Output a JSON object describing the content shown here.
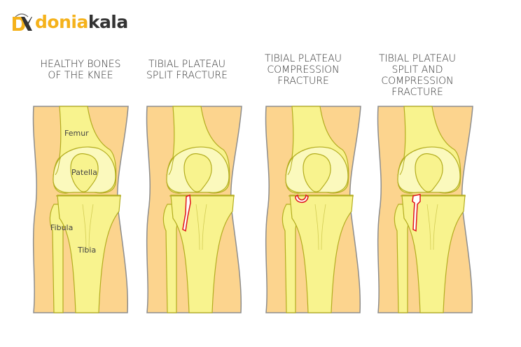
{
  "logo": {
    "part1": "donia",
    "part2": "kala",
    "mark": "DK"
  },
  "panels": [
    {
      "title": "HEALTHY BONES OF THE KNEE",
      "lines": [
        "HEALTHY BONES",
        "OF THE KNEE"
      ],
      "fracture": "none"
    },
    {
      "title": "TIBIAL PLATEAU SPLIT FRACTURE",
      "lines": [
        "TIBIAL PLATEAU",
        "SPLIT FRACTURE"
      ],
      "fracture": "split"
    },
    {
      "title": "TIBIAL PLATEAU COMPRESSION FRACTURE",
      "lines": [
        "TIBIAL PLATEAU",
        "COMPRESSION",
        "FRACTURE"
      ],
      "fracture": "compression"
    },
    {
      "title": "TIBIAL PLATEAU SPLIT AND COMPRESSION FRACTURE",
      "lines": [
        "TIBIAL PLATEAU",
        "SPLIT AND COMPRESSION",
        "FRACTURE"
      ],
      "fracture": "split-compression"
    }
  ],
  "labels": {
    "femur": "Femur",
    "patella": "Patella",
    "fibula": "Fibula",
    "tibia": "Tibia"
  },
  "colors": {
    "skin": "#fcd48e",
    "bone": "#f8f38e",
    "bone_light": "#fbf9bd",
    "bone_stroke": "#b3ad1f",
    "fracture": "#e0141b"
  }
}
